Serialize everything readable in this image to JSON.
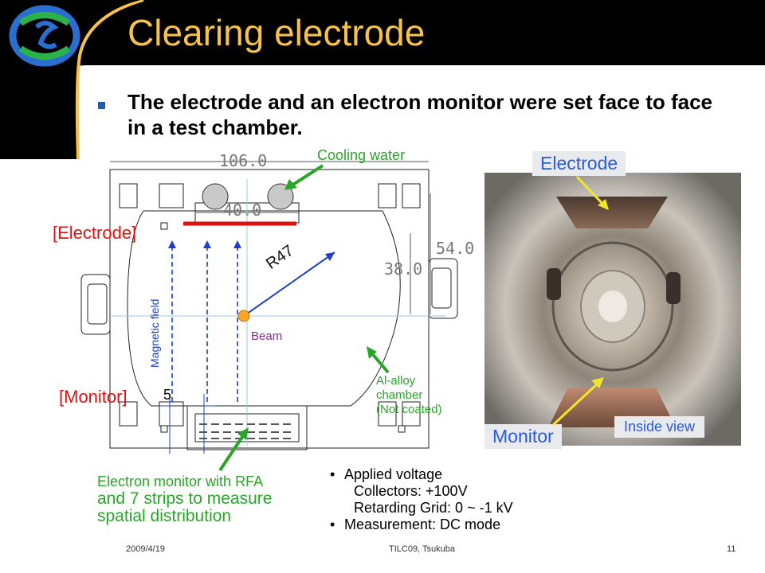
{
  "slide": {
    "title": "Clearing electrode",
    "bullet": "The electrode and an electron monitor were set face to face in a test chamber.",
    "colors": {
      "title": "#f6c24a",
      "header_band": "#000000",
      "accent_bar": "#f6c24a",
      "bullet": "#1f5fb5"
    }
  },
  "diagram": {
    "dim_width": "106.0",
    "dim_electrode": "40.0",
    "dim_height_outer": "54.0",
    "dim_height_inner": "38.0",
    "radius": "R47",
    "gap": "5",
    "magnetic_field": "Magnetic field",
    "beam": "Beam",
    "cooling_water": "Cooling water",
    "electrode_tag": "[Electrode]",
    "monitor_tag": "[Monitor]",
    "chamber_note_1": "Al-alloy",
    "chamber_note_2": "chamber",
    "chamber_note_3": "(Not coated)",
    "monitor_desc_1": "Electron monitor with RFA",
    "monitor_desc_2": "and 7 strips to measure",
    "monitor_desc_3": "spatial distribution"
  },
  "photo": {
    "electrode_label": "Electrode",
    "monitor_label": "Monitor",
    "inside_label": "Inside view"
  },
  "info": {
    "line1": "Applied voltage",
    "line2": "Collectors: +100V",
    "line3": "Retarding Grid: 0 ~ -1 kV",
    "line4": "Measurement: DC mode"
  },
  "footer": {
    "date": "2009/4/19",
    "venue": "TILC09,  Tsukuba",
    "page": "11"
  }
}
